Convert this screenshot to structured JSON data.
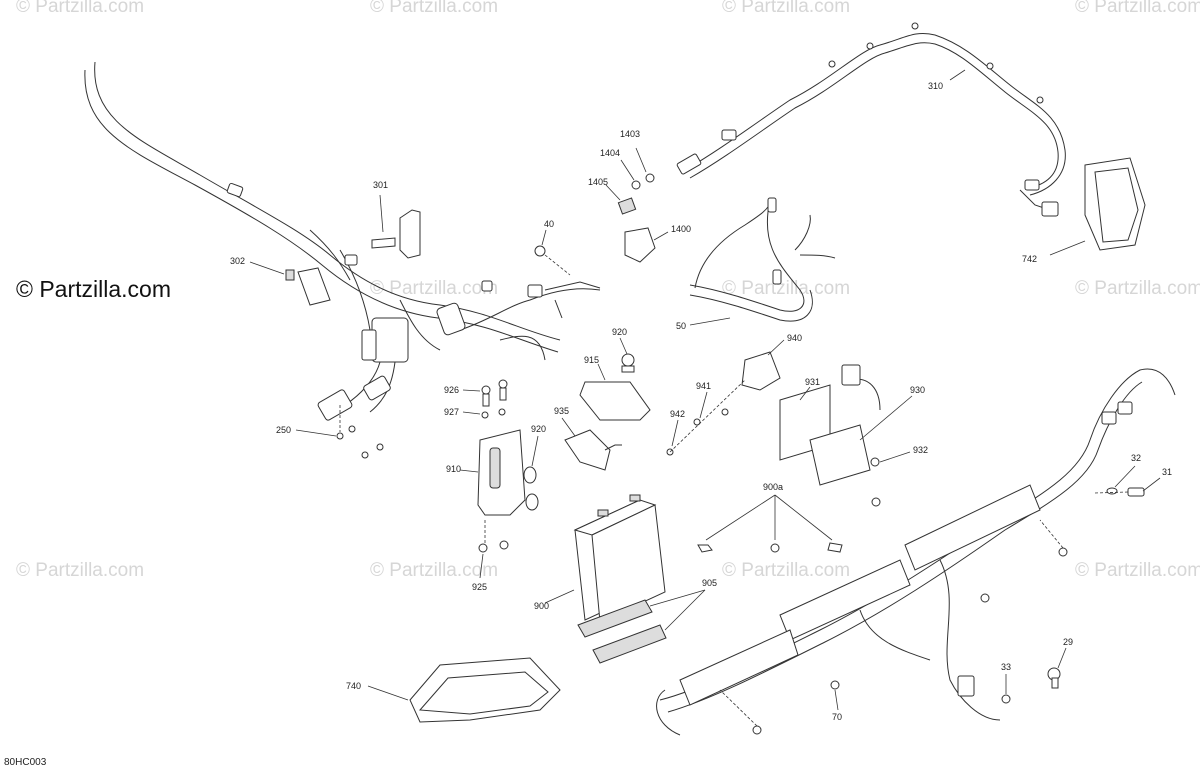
{
  "watermark": {
    "text": "© Partzilla.com",
    "main_text": "© Partzilla.com"
  },
  "diagram_code": "80HC003",
  "callouts": {
    "c301": "301",
    "c302": "302",
    "c250": "250",
    "c40": "40",
    "c1403": "1403",
    "c1404": "1404",
    "c1405": "1405",
    "c1400": "1400",
    "c310": "310",
    "c742": "742",
    "c50": "50",
    "c920a": "920",
    "c915": "915",
    "c940": "940",
    "c926": "926",
    "c927": "927",
    "c920b": "920",
    "c935": "935",
    "c941": "941",
    "c942": "942",
    "c931": "931",
    "c930": "930",
    "c932": "932",
    "c910": "910",
    "c900a": "900a",
    "c32": "32",
    "c31": "31",
    "c925": "925",
    "c905": "905",
    "c900": "900",
    "c29": "29",
    "c33": "33",
    "c740": "740",
    "c70": "70"
  },
  "colors": {
    "line": "#333333",
    "watermark": "#d6d6d6",
    "background": "#ffffff"
  }
}
